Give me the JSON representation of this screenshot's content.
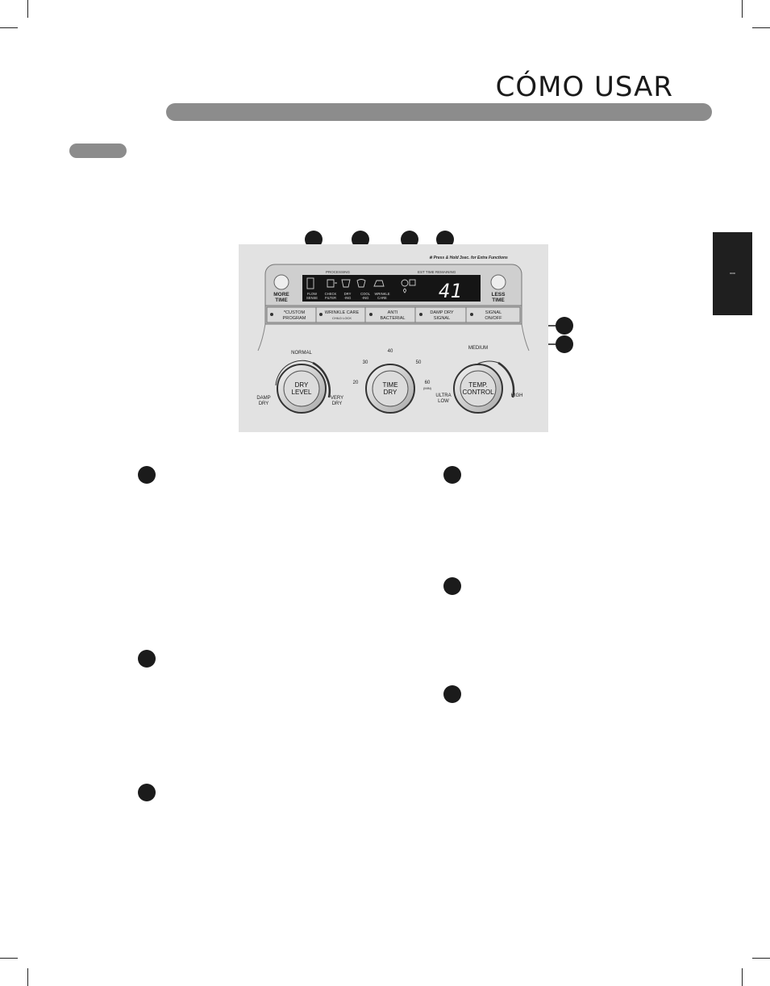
{
  "page": {
    "title": "CÓMO USAR",
    "side_tab_text": "ꟷ"
  },
  "panel": {
    "press_hold_note": "※ Press & Hold 3sec. for Extra Functions",
    "processing_label": "PROCESSING",
    "time_label": "EST TIME REMAINING",
    "display_digits": "41",
    "more_time": [
      "MORE",
      "TIME"
    ],
    "less_time": [
      "LESS",
      "TIME"
    ],
    "status_labels": [
      [
        "FLOW",
        "SENSE"
      ],
      [
        "CHECK",
        "FILTER"
      ],
      [
        "DRY",
        "-ING"
      ],
      [
        "COOL",
        "-ING"
      ],
      [
        "WRINKLE",
        "CARE"
      ]
    ],
    "option_buttons": [
      [
        "*CUSTOM",
        "PROGRAM"
      ],
      [
        "WRINKLE CARE",
        "CHILD LOCK"
      ],
      [
        "ANTI",
        "BACTERIAL"
      ],
      [
        "DAMP DRY",
        "SIGNAL"
      ],
      [
        "SIGNAL",
        "ON/OFF"
      ]
    ],
    "dry_level": {
      "knob": [
        "DRY",
        "LEVEL"
      ],
      "normal": "NORMAL",
      "damp": [
        "DAMP",
        "DRY"
      ],
      "very": [
        "VERY",
        "DRY"
      ]
    },
    "time_dry": {
      "knob": [
        "TIME",
        "DRY"
      ],
      "ticks": [
        "20",
        "30",
        "40",
        "50",
        "60"
      ],
      "unit": "(MIN)"
    },
    "temp_control": {
      "knob": [
        "TEMP.",
        "CONTROL"
      ],
      "medium": "MEDIUM",
      "ultra": [
        "ULTRA",
        "LOW"
      ],
      "high": "HIGH"
    }
  }
}
